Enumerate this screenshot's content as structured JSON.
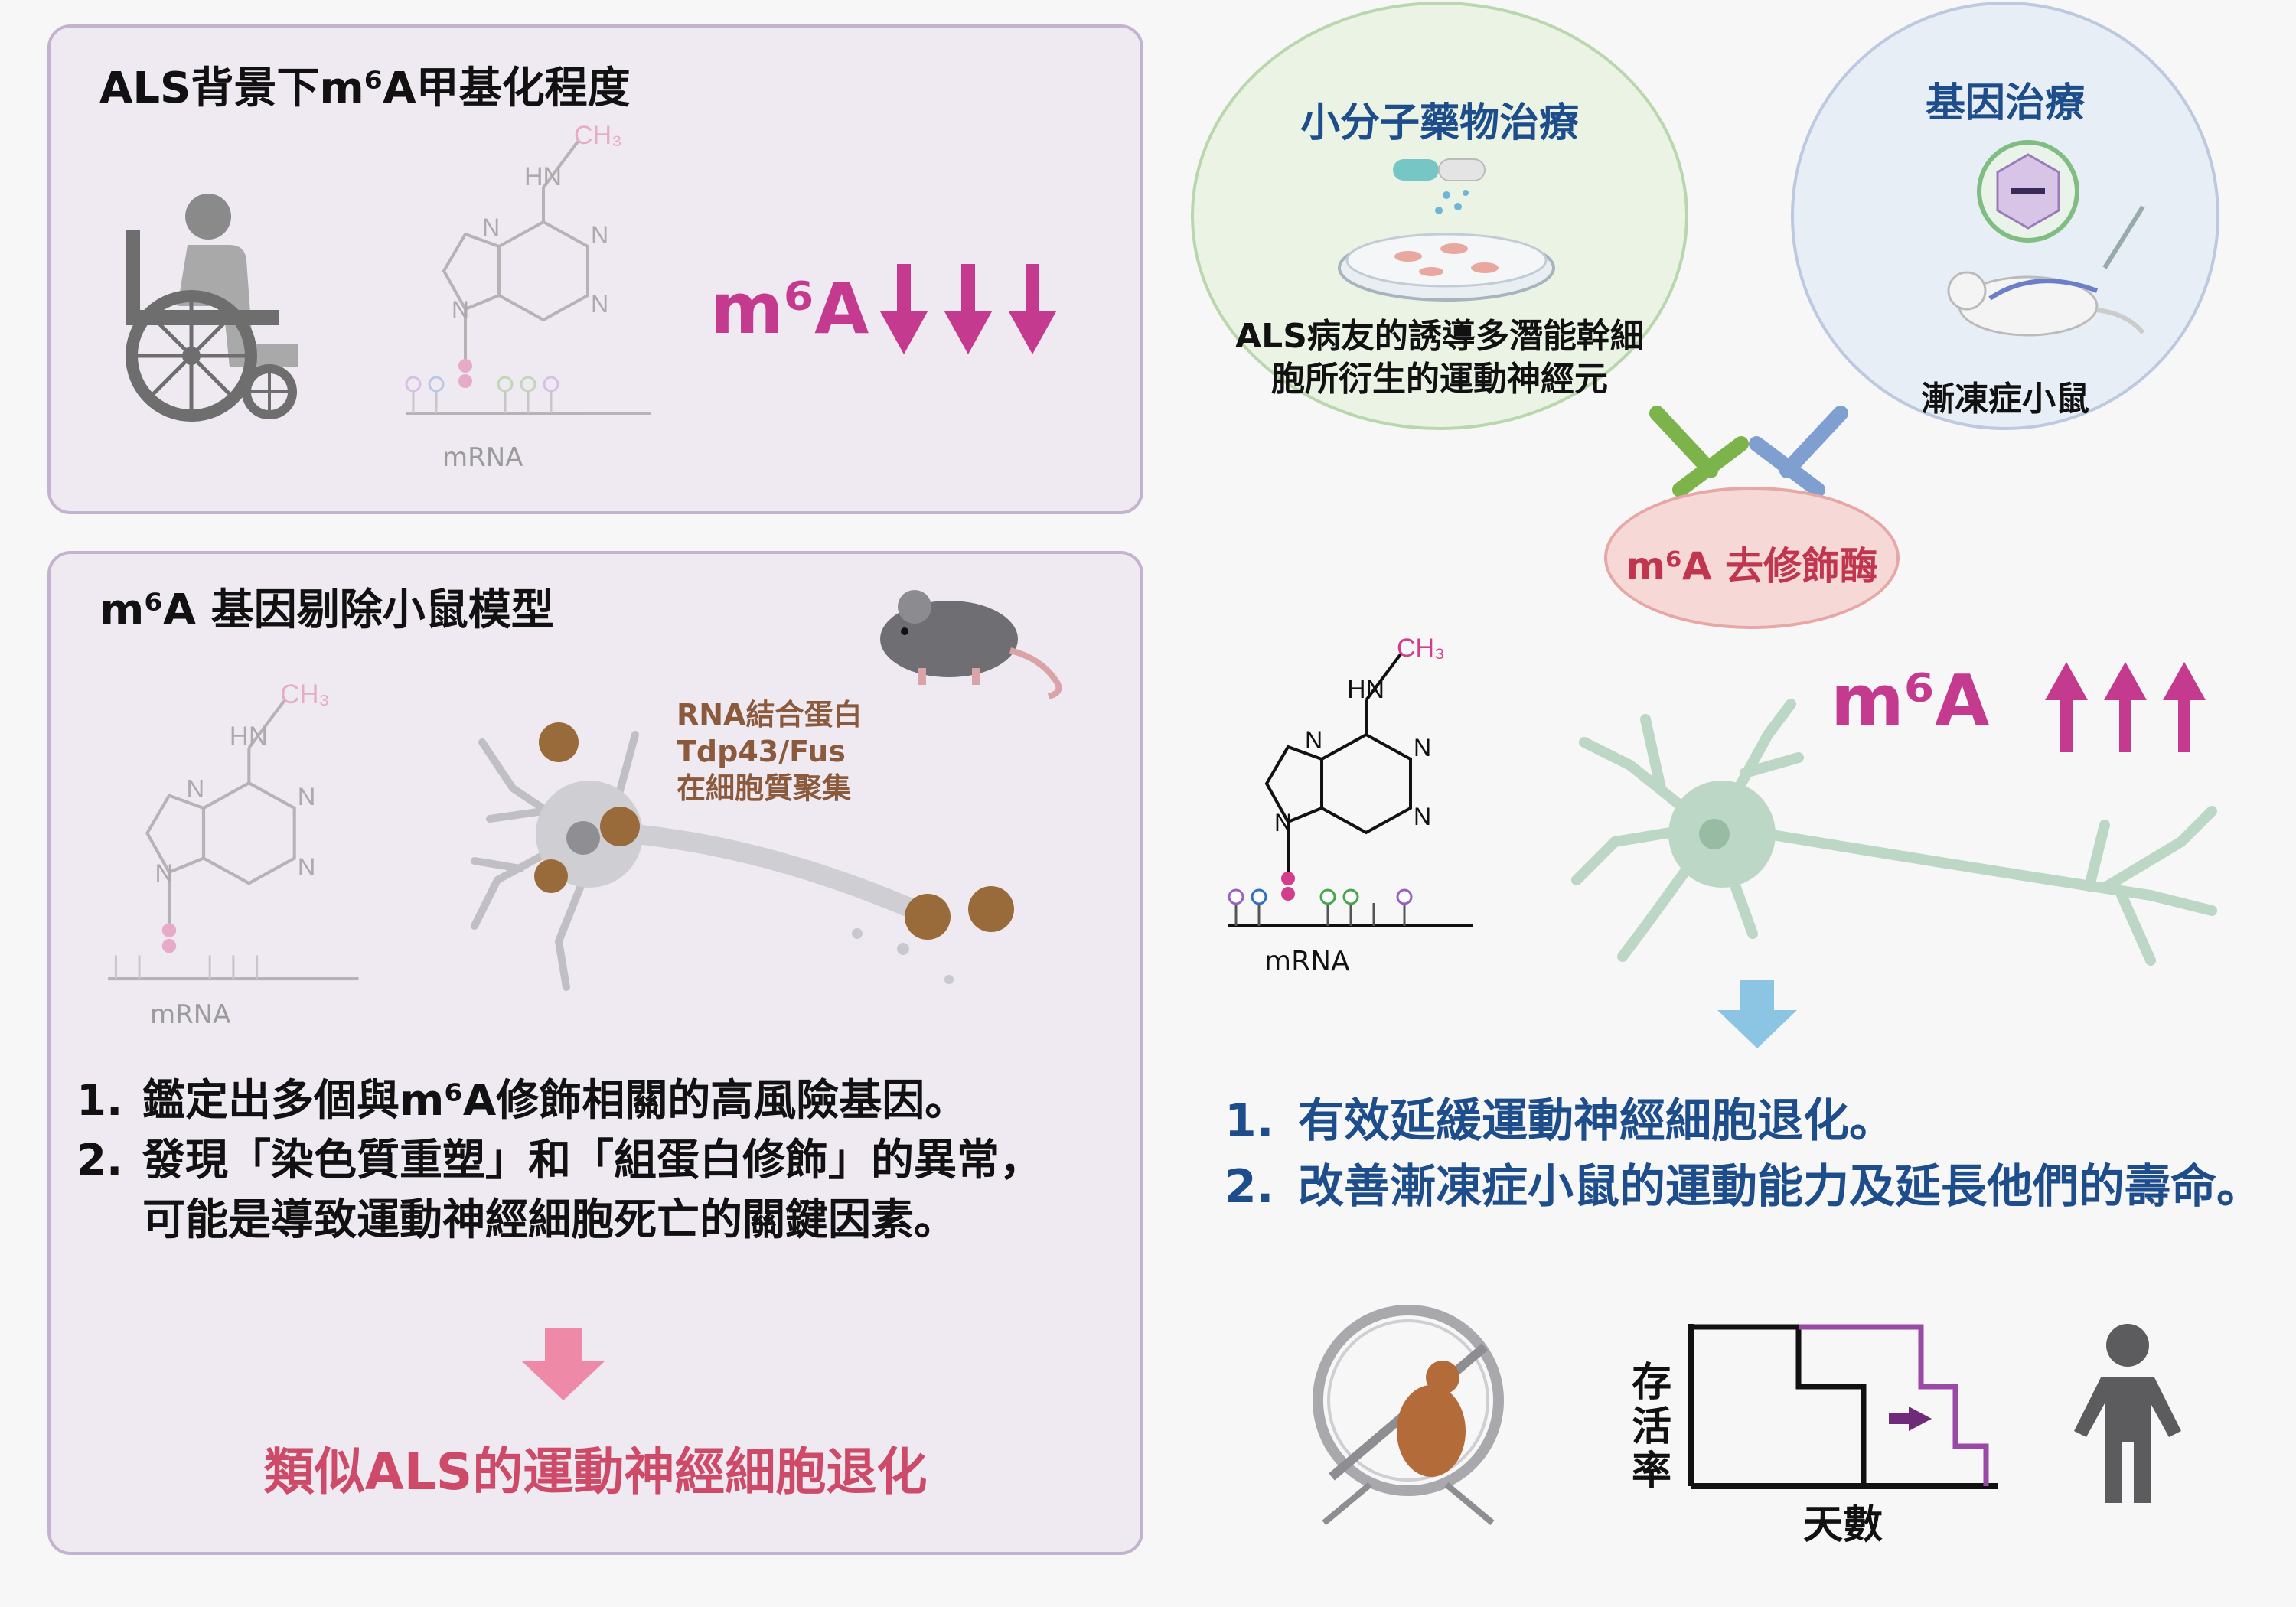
{
  "panel_top": {
    "title": "ALS背景下m⁶A甲基化程度",
    "mrna_label": "mRNA",
    "m6a_label": "m⁶A",
    "h3c": "CH₃",
    "hn": "HN"
  },
  "panel_bottom": {
    "title": "m⁶A 基因剔除小鼠模型",
    "mrna_label": "mRNA",
    "rbp_label": [
      "RNA結合蛋白",
      "Tdp43/Fus",
      "在細胞質聚集"
    ],
    "findings": [
      {
        "num": "1.",
        "text": "鑑定出多個與m⁶A修飾相關的高風險基因。"
      },
      {
        "num": "2.",
        "text": "發現「染色質重塑」和「組蛋白修飾」的異常，可能是導致運動神經細胞死亡的關鍵因素。"
      }
    ],
    "conclusion": "類似ALS的運動神經細胞退化"
  },
  "right": {
    "small_molecule": {
      "title": "小分子藥物治療",
      "caption": "ALS病友的誘導多潛能幹細胞所衍生的運動神經元"
    },
    "gene_therapy": {
      "title": "基因治療",
      "caption": "漸凍症小鼠"
    },
    "enzyme": "m⁶A 去修飾酶",
    "m6a_label": "m⁶A",
    "mrna_label": "mRNA",
    "outcomes": [
      {
        "num": "1.",
        "text": "有效延緩運動神經細胞退化。"
      },
      {
        "num": "2.",
        "text": "改善漸凍症小鼠的運動能力及延長他們的壽命。"
      }
    ],
    "survival_ylabel": "存活率",
    "survival_xlabel": "天數"
  },
  "colors": {
    "magenta": "#c33a8f",
    "blue_text": "#1e4d8c",
    "panel_bg": "#efe9f1",
    "panel_border": "#c4b3ce",
    "green": "#6fb06a",
    "lightblue": "#7f9fd1",
    "pink_arrow": "#ee8aa8"
  }
}
